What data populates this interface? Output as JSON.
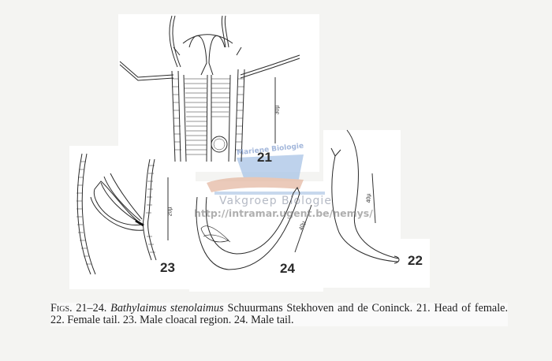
{
  "figure": {
    "panels": [
      {
        "id": "21",
        "label": "21",
        "description": "Head of female",
        "scale_bar": "30µ"
      },
      {
        "id": "22",
        "label": "22",
        "description": "Female tail",
        "scale_bar": "40µ"
      },
      {
        "id": "23",
        "label": "23",
        "description": "Male cloacal region",
        "scale_bar": "20µ"
      },
      {
        "id": "24",
        "label": "24",
        "description": "Male tail",
        "scale_bar": "40µ"
      }
    ]
  },
  "watermark": {
    "arc_text": "Mariene Biologie",
    "line1": "Vakgroep Biologie",
    "line2": "http://intramar.ugent.be/nemys/"
  },
  "caption": {
    "figs_label": "Figs. 21–24.",
    "species": "Bathylaimus stenolaimus",
    "authority": "Schuurmans Stekhoven and de Coninck.",
    "items": [
      "21. Head of female.",
      "22. Female tail.",
      "23. Male cloacal region.",
      "24. Male tail."
    ]
  },
  "colors": {
    "page": "#f4f4f2",
    "ink": "#222222",
    "watermark_blue": "#a9c4e6",
    "watermark_rust": "#d9a28a"
  }
}
